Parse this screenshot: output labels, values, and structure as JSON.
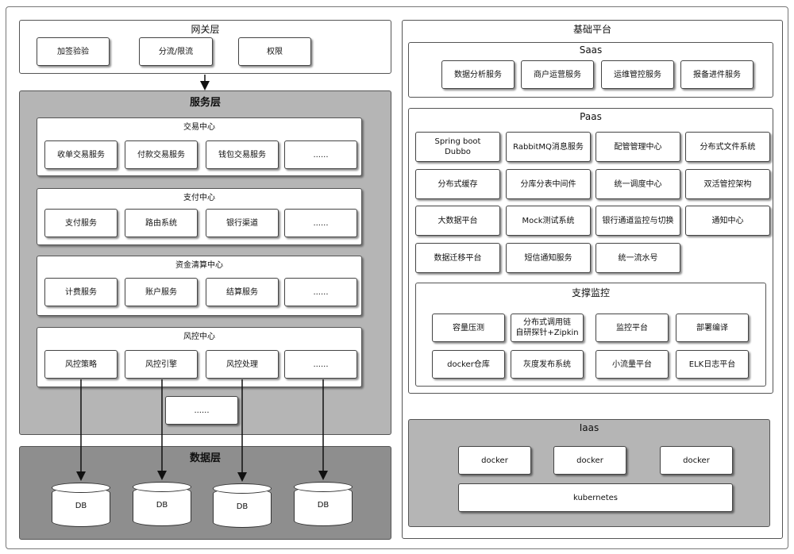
{
  "gateway": {
    "title": "网关层",
    "items": [
      "加签验验",
      "分流/限流",
      "权限"
    ]
  },
  "service": {
    "title": "服务层",
    "groups": [
      {
        "title": "交易中心",
        "items": [
          "收单交易服务",
          "付款交易服务",
          "钱包交易服务",
          "......"
        ]
      },
      {
        "title": "支付中心",
        "items": [
          "支付服务",
          "路由系统",
          "银行渠道",
          "......"
        ]
      },
      {
        "title": "资金清算中心",
        "items": [
          "计费服务",
          "账户服务",
          "结算服务",
          "......"
        ]
      },
      {
        "title": "风控中心",
        "items": [
          "风控策略",
          "风控引擎",
          "风控处理",
          "......"
        ]
      }
    ],
    "more": "......"
  },
  "data_layer": {
    "title": "数据层",
    "dbs": [
      "DB",
      "DB",
      "DB",
      "DB"
    ]
  },
  "platform": {
    "title": "基础平台",
    "saas": {
      "title": "Saas",
      "items": [
        "数据分析服务",
        "商户运营服务",
        "运维管控服务",
        "报备进件服务"
      ]
    },
    "paas": {
      "title": "Paas",
      "items": [
        "Spring boot\nDubbo",
        "RabbitMQ消息服务",
        "配管管理中心",
        "分布式文件系统",
        "分布式缓存",
        "分库分表中间件",
        "统一调度中心",
        "双活管控架构",
        "大数据平台",
        "Mock测试系统",
        "银行通道监控与切换",
        "通知中心",
        "数据迁移平台",
        "短信通知服务",
        "统一流水号"
      ],
      "support": {
        "title": "支撑监控",
        "items": [
          "容量压测",
          "分布式调用链\n自研探针+Zipkin",
          "监控平台",
          "部署编译",
          "docker仓库",
          "灰度发布系统",
          "小流量平台",
          "ELK日志平台"
        ]
      }
    },
    "iaas": {
      "title": "Iaas",
      "items": [
        "docker",
        "docker",
        "docker"
      ],
      "base": "kubernetes"
    }
  }
}
